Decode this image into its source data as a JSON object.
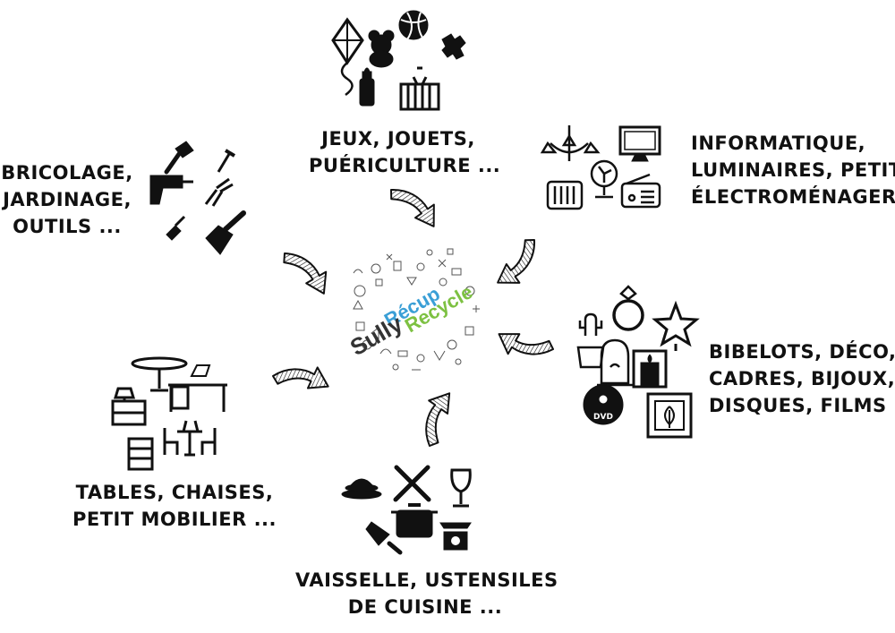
{
  "logo": {
    "word1": "Sully",
    "word2": "Récup",
    "word3": "Recycle"
  },
  "colors": {
    "ink": "#111111",
    "logo_blue": "#3a9fd6",
    "logo_green": "#7dc142",
    "logo_dark": "#333333"
  },
  "categories": [
    {
      "id": "toys",
      "lines": [
        "JEUX, JOUETS,",
        "PUÉRICULTURE ..."
      ],
      "icons": [
        "kite-icon",
        "teddy-bear-icon",
        "ball-icon",
        "puzzle-icon",
        "baby-bottle-icon",
        "crib-icon"
      ]
    },
    {
      "id": "electronics",
      "lines": [
        "INFORMATIQUE,",
        "LUMINAIRES, PETIT",
        "ÉLECTROMÉNAGER ..."
      ],
      "icons": [
        "chandelier-icon",
        "monitor-icon",
        "fan-icon",
        "radiator-icon",
        "radio-icon"
      ]
    },
    {
      "id": "deco",
      "lines": [
        "BIBELOTS, DÉCO,",
        "CADRES, BIJOUX,",
        "DISQUES, FILMS ..."
      ],
      "icons": [
        "ring-icon",
        "star-lamp-icon",
        "cactus-icon",
        "bell-jar-icon",
        "candle-icon",
        "dvd-icon",
        "frame-icon"
      ],
      "dvd_text": "DVD"
    },
    {
      "id": "kitchen",
      "lines": [
        "VAISSELLE, USTENSILES",
        "DE CUISINE ..."
      ],
      "icons": [
        "plates-icon",
        "cutlery-icon",
        "wine-glass-icon",
        "pot-icon",
        "knife-icon",
        "scale-icon"
      ]
    },
    {
      "id": "furniture",
      "lines": [
        "TABLES, CHAISES,",
        "PETIT MOBILIER ..."
      ],
      "icons": [
        "table-icon",
        "desk-icon",
        "lamp-icon",
        "dresser-icon",
        "chairs-icon",
        "shelf-icon"
      ]
    },
    {
      "id": "tools",
      "lines": [
        "BRICOLAGE,",
        "JARDINAGE,",
        "OUTILS ..."
      ],
      "icons": [
        "hammer-icon",
        "screw-icon",
        "drill-icon",
        "pliers-icon",
        "trowel-icon",
        "shovel-icon"
      ]
    }
  ]
}
